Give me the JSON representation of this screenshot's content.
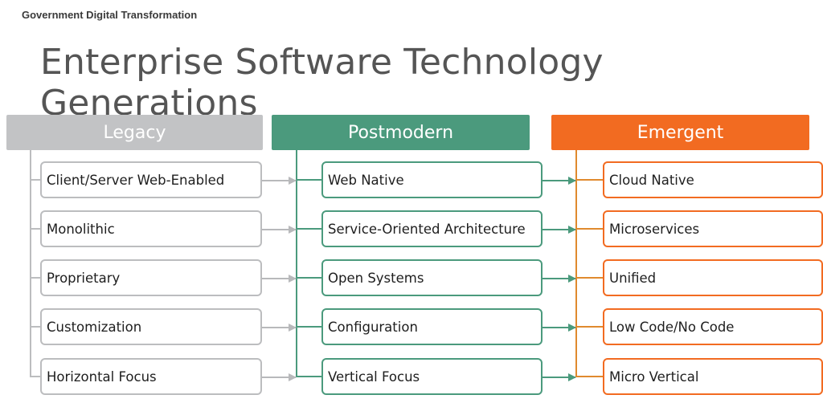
{
  "header": {
    "label": "Government Digital Transformation"
  },
  "title": "Enterprise Software Technology Generations",
  "columns": [
    {
      "name": "Legacy",
      "color": "#c2c3c5",
      "items": [
        "Client/Server Web-Enabled",
        "Monolithic",
        "Proprietary",
        "Customization",
        "Horizontal Focus"
      ]
    },
    {
      "name": "Postmodern",
      "color": "#4b9a7d",
      "items": [
        "Web Native",
        "Service-Oriented Architecture",
        "Open Systems",
        "Configuration",
        "Vertical Focus"
      ]
    },
    {
      "name": "Emergent",
      "color": "#f26b21",
      "items": [
        "Cloud Native",
        "Microservices",
        "Unified",
        "Low Code/No Code",
        "Micro Vertical"
      ]
    }
  ]
}
